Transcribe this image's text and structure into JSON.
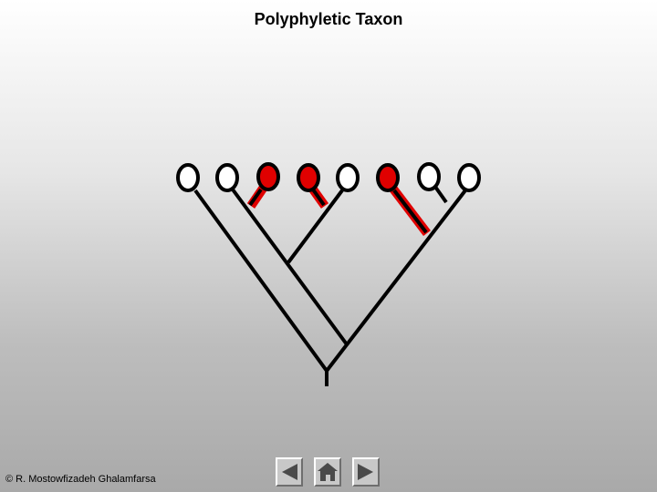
{
  "title": "Polyphyletic Taxon",
  "copyright": "© R. Mostowfizadeh Ghalamfarsa",
  "colors": {
    "branch": "#000000",
    "highlight": "#e00000",
    "node_fill_plain": "#ffffff",
    "node_fill_highlighted": "#e00000"
  },
  "tree": {
    "taxa_count": 8,
    "highlighted_taxa": [
      3,
      4,
      6
    ]
  },
  "nav": {
    "prev_icon": "triangle-left-icon",
    "home_icon": "house-icon",
    "next_icon": "triangle-right-icon"
  }
}
